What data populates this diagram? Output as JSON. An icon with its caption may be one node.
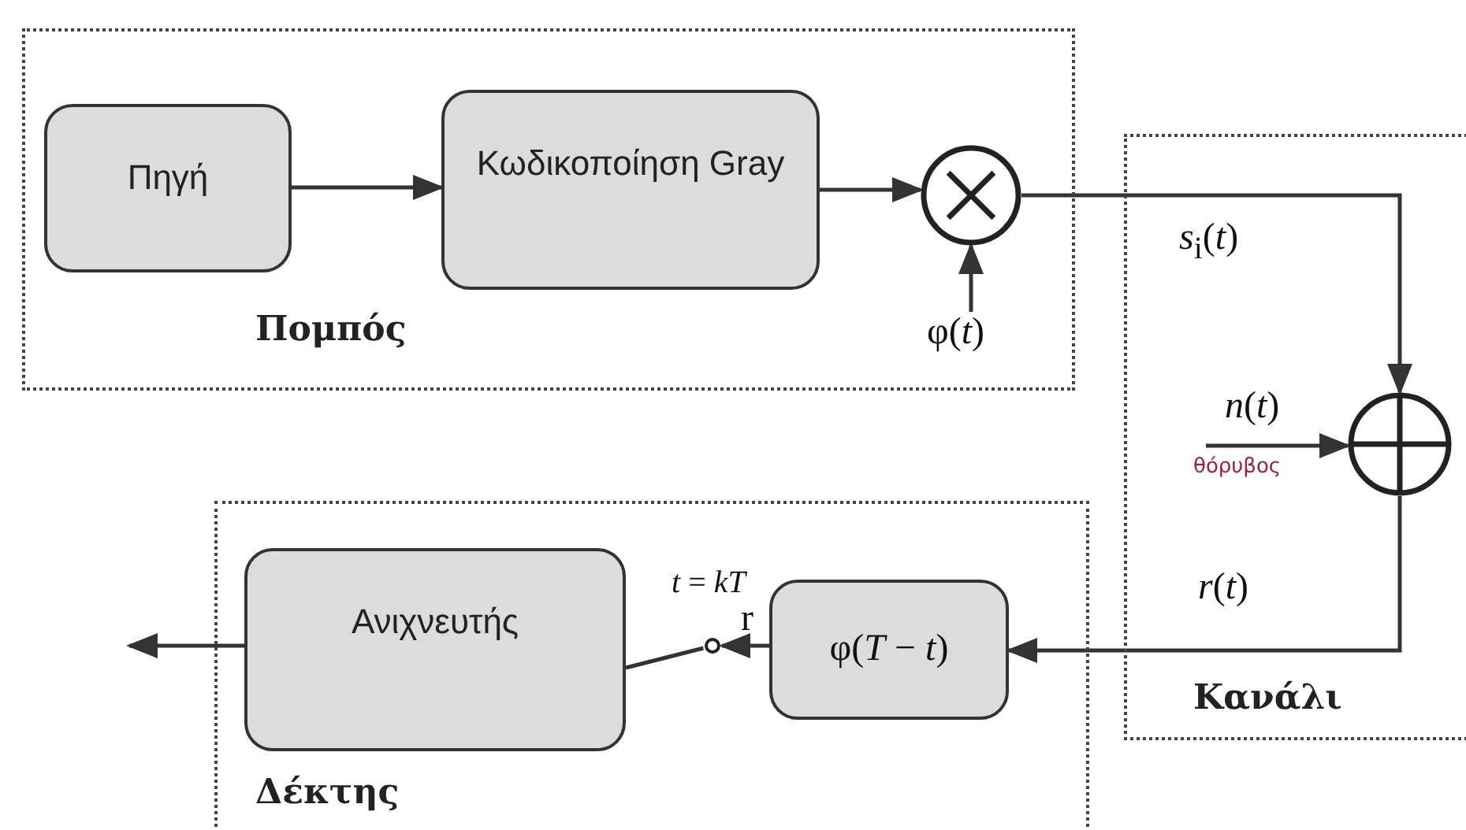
{
  "diagram": {
    "nodes": [
      {
        "text": [
          "Πομπός"
        ]
      },
      {
        "text": [
          "Πηγή"
        ],
        "in": 0
      },
      {
        "text": [
          "Κωδικοποίηση Gray"
        ],
        "in": 0
      },
      {
        "text": [],
        "shape": "circle",
        "in": 0
      },
      {
        "text": [
          "φ(*t*)"
        ],
        "in": 0
      },
      {
        "text": [
          "Κανάλι"
        ]
      },
      {
        "text": [],
        "shape": "circle",
        "in": 5
      },
      {
        "text": [
          "*n*(*t*)"
        ],
        "beside": [
          "θόρυβος"
        ],
        "in": 5
      },
      {
        "text": [
          "Δέκτης"
        ]
      },
      {
        "text": [
          "Ανιχνευτής"
        ],
        "in": 8
      },
      {
        "text": [
          "φ(*T* − *t*)"
        ],
        "in": 8
      },
      {
        "text": [],
        "shape": "circle",
        "in": 8
      }
    ],
    "labels": [
      "*t* = *kT*"
    ],
    "edges": [
      {
        "from": 1,
        "to": 2,
        "arrow": "to"
      },
      {
        "from": 2,
        "to": 3,
        "arrow": "to"
      },
      {
        "from": 4,
        "to": 3,
        "arrow": "to"
      },
      {
        "from": 3,
        "to": 6,
        "arrow": "to",
        "label": "*s*$_{i}$(*t*)"
      },
      {
        "from": 7,
        "to": 6,
        "arrow": "to"
      },
      {
        "from": 6,
        "to": 10,
        "arrow": "to",
        "label": "*r*(*t*)"
      },
      {
        "from": 10,
        "to": 11,
        "arrow": "to",
        "label": "r"
      },
      {
        "from": 9,
        "to": 11,
        "arrow": "none"
      },
      {
        "from": 9,
        "to": null,
        "arrow": "to"
      }
    ]
  }
}
